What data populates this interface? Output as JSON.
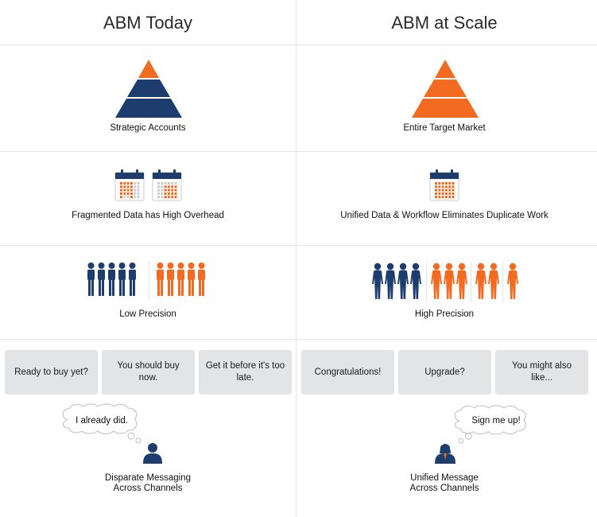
{
  "colors": {
    "navy": "#1e3d6f",
    "orange": "#f26b21",
    "grey_box": "#e3e4e6",
    "divider": "#e3e3e3"
  },
  "left": {
    "title": "ABM Today",
    "pyramid_caption": "Strategic Accounts",
    "data_caption": "Fragmented Data has High Overhead",
    "precision_caption": "Low Precision",
    "messages": [
      "Ready to buy yet?",
      "You should buy now.",
      "Get it before it's too late."
    ],
    "thought": "I already did.",
    "bottom_caption_1": "Disparate Messaging",
    "bottom_caption_2": "Across Channels"
  },
  "right": {
    "title": "ABM at Scale",
    "pyramid_caption": "Entire Target Market",
    "data_caption": "Unified Data & Workflow Eliminates Duplicate Work",
    "precision_caption": "High Precision",
    "messages": [
      "Congratulations!",
      "Upgrade?",
      "You might also like..."
    ],
    "thought": "Sign me up!",
    "bottom_caption_1": "Unified Message",
    "bottom_caption_2": "Across Channels"
  },
  "icons": {
    "pyramid": "pyramid-icon",
    "calendar": "calendar-icon",
    "person": "person-icon",
    "thought": "thought-bubble-icon"
  }
}
